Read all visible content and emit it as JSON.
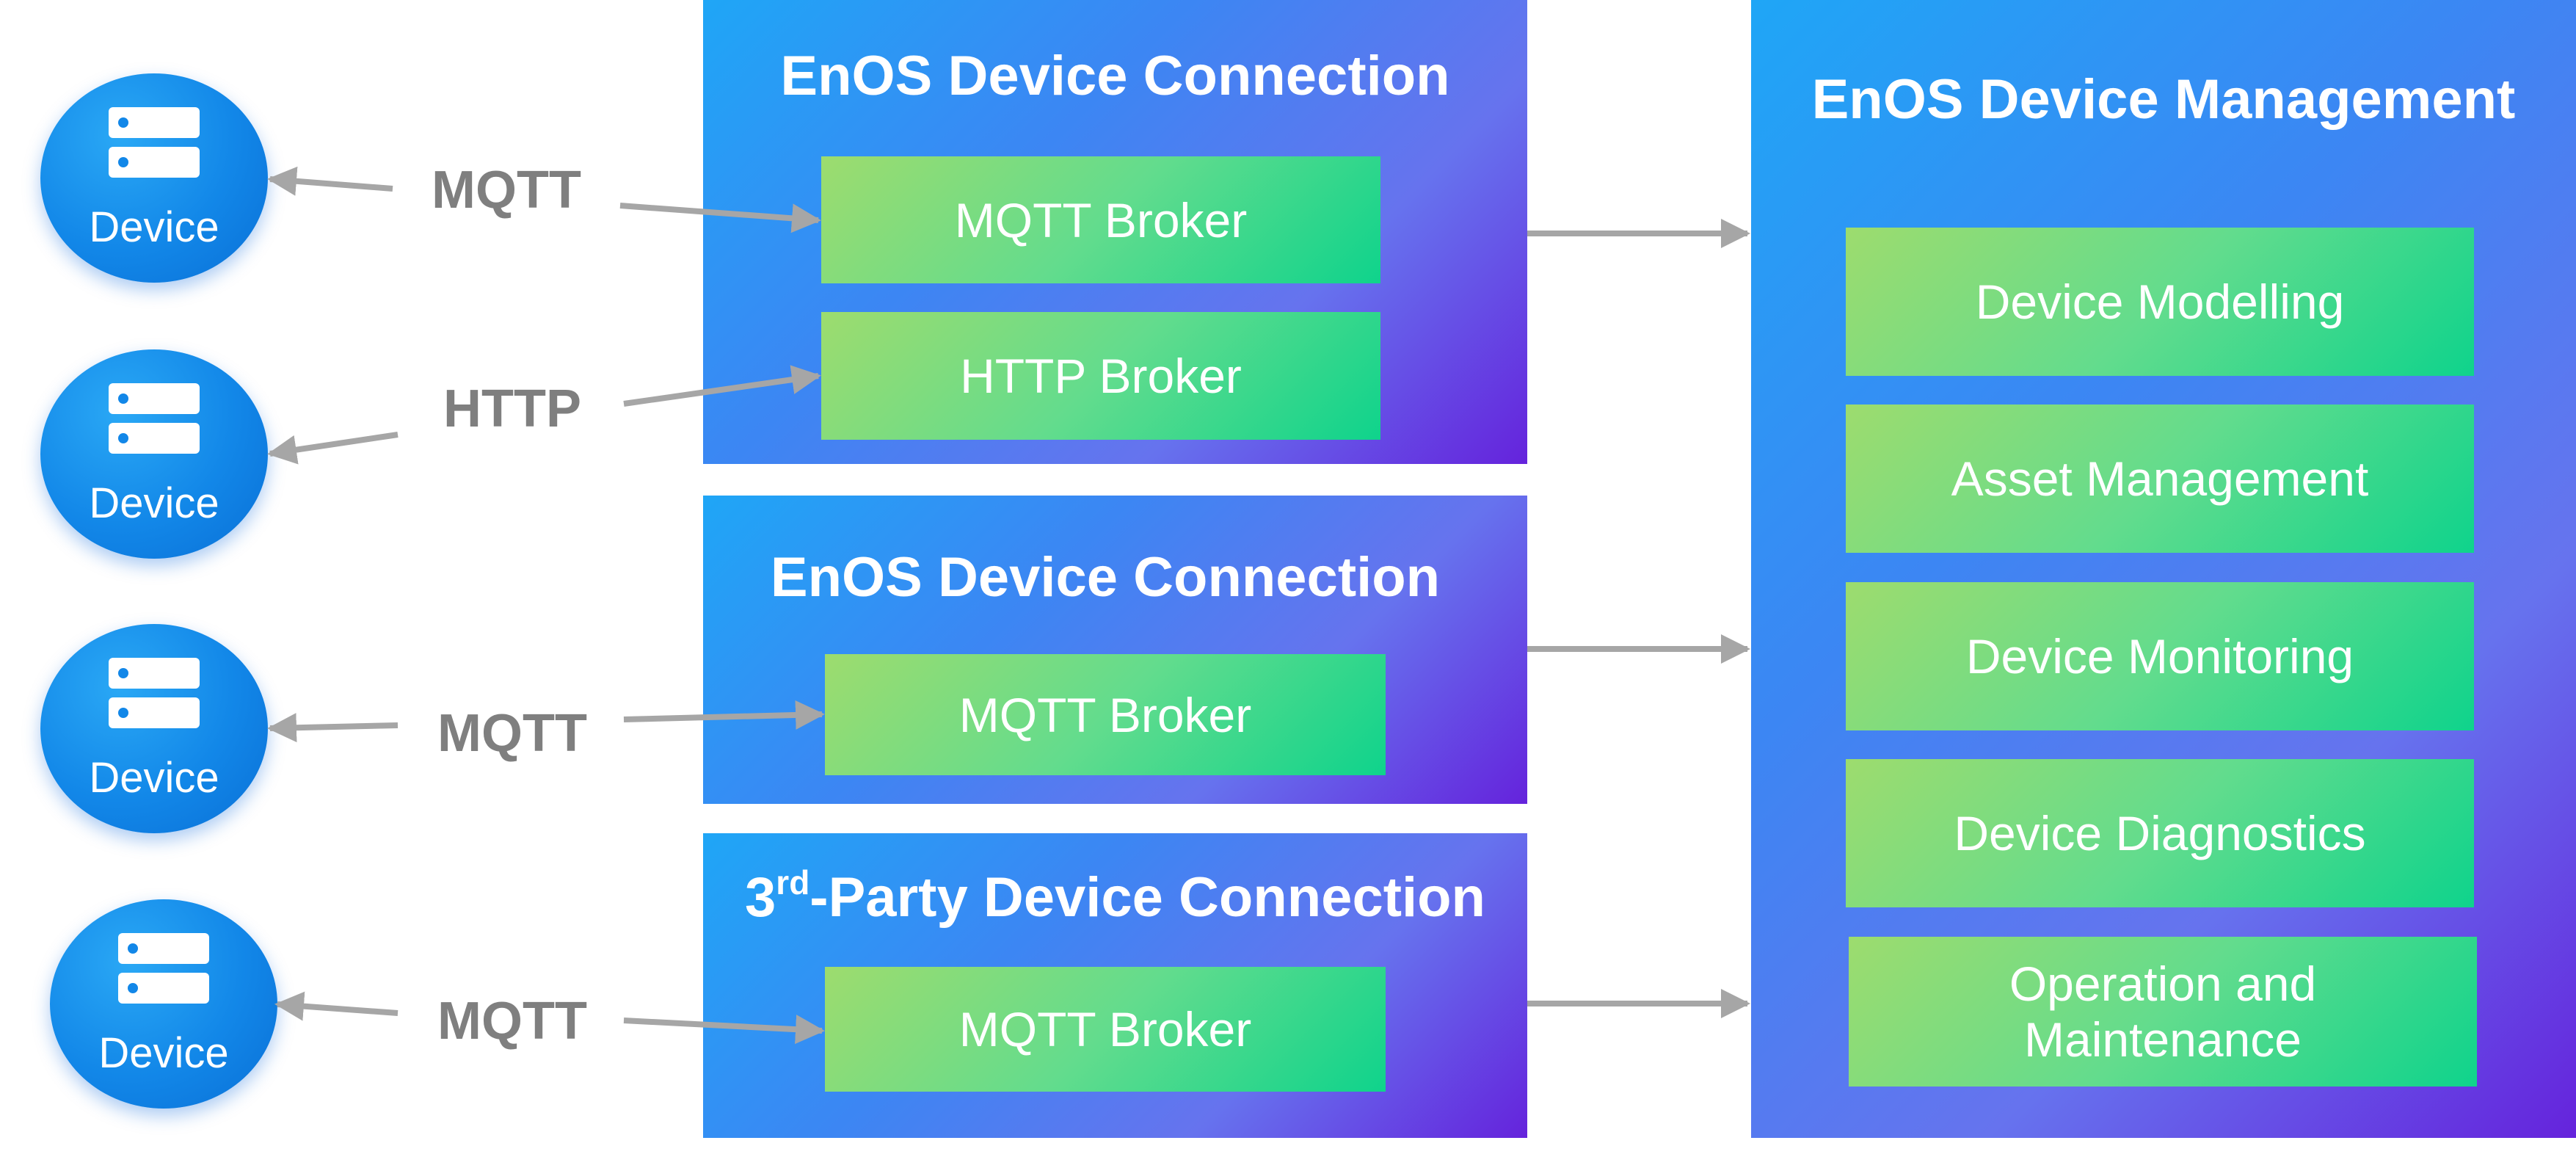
{
  "devices": [
    {
      "label": "Device"
    },
    {
      "label": "Device"
    },
    {
      "label": "Device"
    },
    {
      "label": "Device"
    }
  ],
  "protocols": [
    "MQTT",
    "HTTP",
    "MQTT",
    "MQTT"
  ],
  "connection_panels": [
    {
      "title": "EnOS Device Connection",
      "brokers": [
        "MQTT Broker",
        "HTTP Broker"
      ]
    },
    {
      "title": "EnOS Device Connection",
      "brokers": [
        "MQTT Broker"
      ]
    },
    {
      "title_prefix": "3",
      "title_sup": "rd",
      "title_suffix": "-Party Device Connection",
      "brokers": [
        "MQTT Broker"
      ]
    }
  ],
  "management": {
    "title": "EnOS Device Management",
    "modules": [
      "Device Modelling",
      "Asset Management",
      "Device Monitoring",
      "Device Diagnostics",
      "Operation and\nMaintenance"
    ]
  },
  "colors": {
    "panel_gradient": [
      "#1fa6f6",
      "#6523dc"
    ],
    "box_gradient": [
      "#9ddc6e",
      "#0fd38c"
    ],
    "device_blue": "#1287e8",
    "arrow_gray": "#a6a6a6",
    "protocol_text": "#7f7f7f"
  }
}
